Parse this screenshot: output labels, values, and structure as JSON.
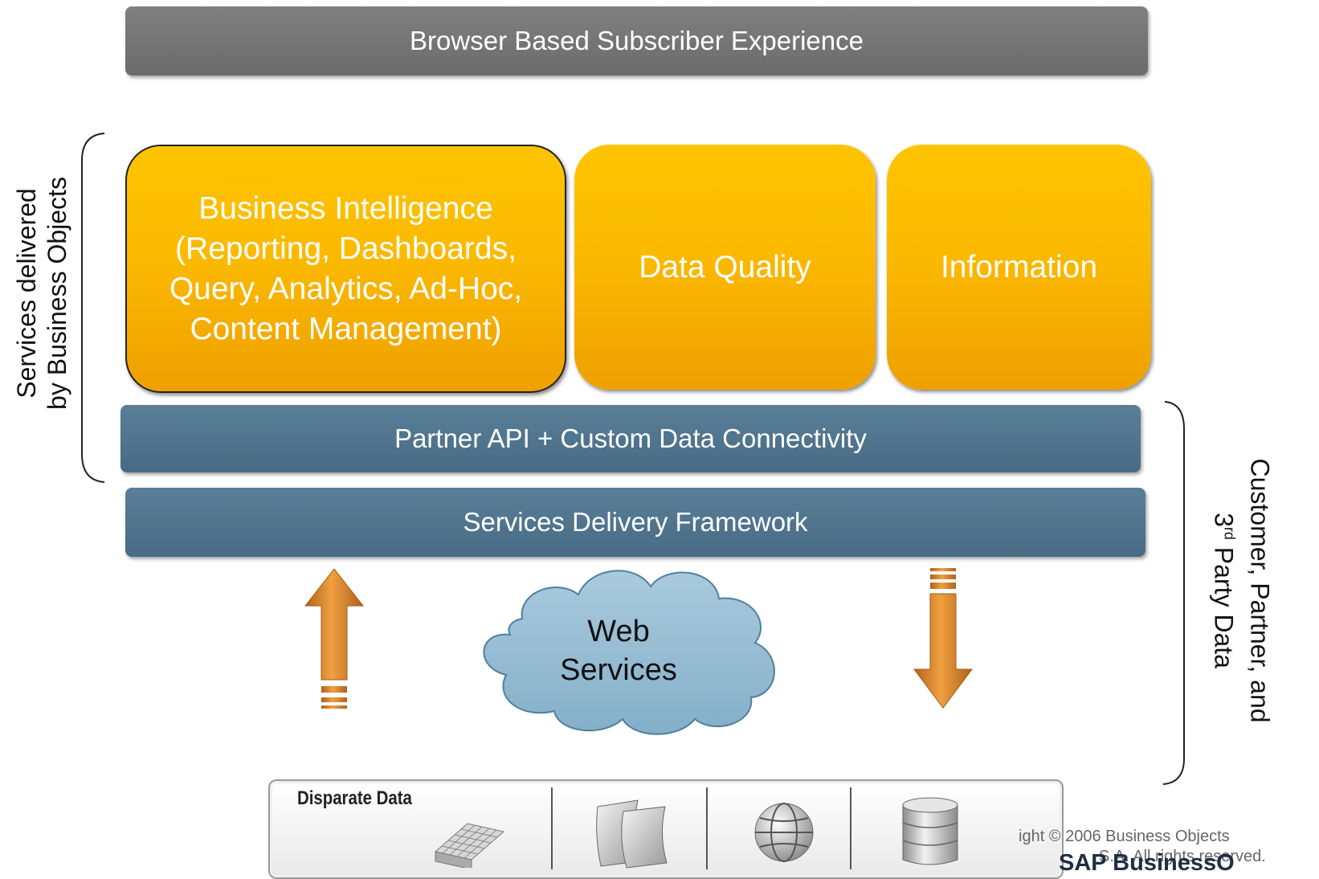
{
  "top_bar": {
    "label": "Browser Based Subscriber Experience"
  },
  "services": {
    "bi": {
      "lines": [
        "Business Intelligence",
        "(Reporting, Dashboards,",
        "Query, Analytics, Ad-Hoc,",
        "Content Management)"
      ]
    },
    "data_quality": {
      "label": "Data Quality"
    },
    "information": {
      "label": "Information"
    }
  },
  "partner_bar": {
    "label": "Partner API + Custom Data Connectivity"
  },
  "framework_bar": {
    "label": "Services Delivery Framework"
  },
  "cloud": {
    "line1": "Web",
    "line2": "Services"
  },
  "left_bracket": {
    "line1": "Services delivered",
    "line2": "by Business Objects"
  },
  "right_bracket": {
    "line1": "Customer, Partner, and",
    "line2_prefix": "3",
    "line2_sup": "rd",
    "line2_suffix": " Party Data"
  },
  "data_panel": {
    "title": "Disparate Data",
    "icons": [
      "grid-cube-icon",
      "documents-icon",
      "globe-icon",
      "database-icon"
    ]
  },
  "footer": {
    "copyright_line1": "ight © 2006 Business Objects",
    "copyright_line2": "S.A. All rights reserved.",
    "brand": "SAP BusinessO"
  },
  "colors": {
    "gray_bar": "#737373",
    "blue_bar": "#4e7189",
    "orange": "#f7b000",
    "cloud": "#8fb8d0",
    "arrow": "#d9861e"
  }
}
